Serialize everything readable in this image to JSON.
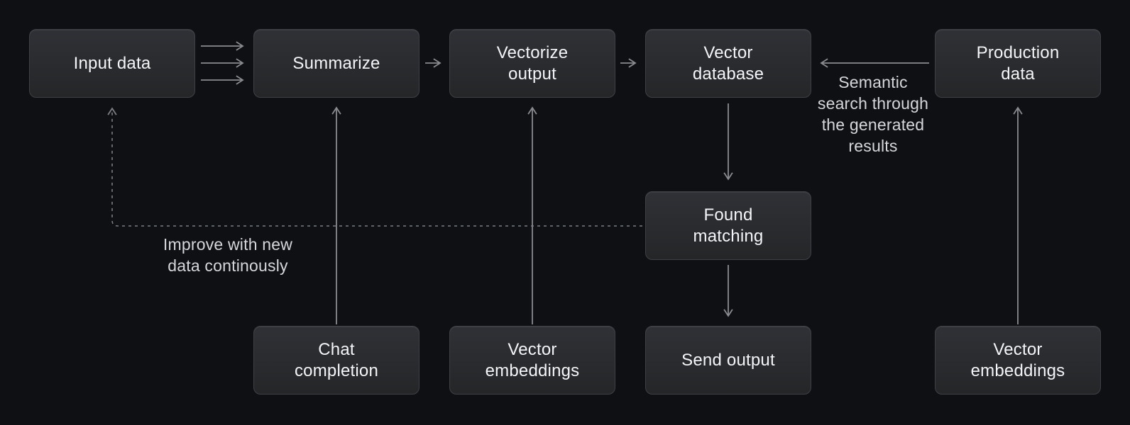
{
  "diagram": {
    "title": "RAG data pipeline flowchart",
    "background_color": "#0f1013",
    "box_top_color": "#2f3136",
    "box_bottom_color": "#242628",
    "box_border_color": "#3d4045",
    "box_text_color": "#f4f5f7",
    "line_color": "#8a8b91",
    "dashed_line_color": "#7c7e86",
    "annotation_text_color": "#d6d7da"
  },
  "nodes": [
    {
      "id": "input-data",
      "label": "Input data"
    },
    {
      "id": "summarize",
      "label": "Summarize"
    },
    {
      "id": "vectorize-output",
      "label": "Vectorize\noutput"
    },
    {
      "id": "vector-database",
      "label": "Vector\ndatabase"
    },
    {
      "id": "production-data",
      "label": "Production\ndata"
    },
    {
      "id": "found-matching",
      "label": "Found\nmatching"
    },
    {
      "id": "chat-completion",
      "label": "Chat\ncompletion"
    },
    {
      "id": "vector-embeddings-left",
      "label": "Vector\nembeddings"
    },
    {
      "id": "send-output",
      "label": "Send output"
    },
    {
      "id": "vector-embeddings-right",
      "label": "Vector\nembeddings"
    }
  ],
  "annotations": {
    "semantic_search": {
      "text": "Semantic search through the generated results"
    },
    "improve_loop": {
      "text": "Improve with new data continously"
    }
  },
  "edges": [
    {
      "from": "input-data",
      "to": "summarize",
      "style": "solid-triple"
    },
    {
      "from": "summarize",
      "to": "vectorize-output",
      "style": "solid"
    },
    {
      "from": "vectorize-output",
      "to": "vector-database",
      "style": "solid"
    },
    {
      "from": "production-data",
      "to": "vector-database",
      "style": "solid",
      "label": "semantic_search"
    },
    {
      "from": "vector-database",
      "to": "found-matching",
      "style": "solid"
    },
    {
      "from": "found-matching",
      "to": "send-output",
      "style": "solid"
    },
    {
      "from": "chat-completion",
      "to": "summarize",
      "style": "solid"
    },
    {
      "from": "vector-embeddings-left",
      "to": "vectorize-output",
      "style": "solid"
    },
    {
      "from": "vector-embeddings-right",
      "to": "production-data",
      "style": "solid"
    },
    {
      "from": "found-matching",
      "to": "input-data",
      "style": "dashed",
      "label": "improve_loop"
    }
  ]
}
